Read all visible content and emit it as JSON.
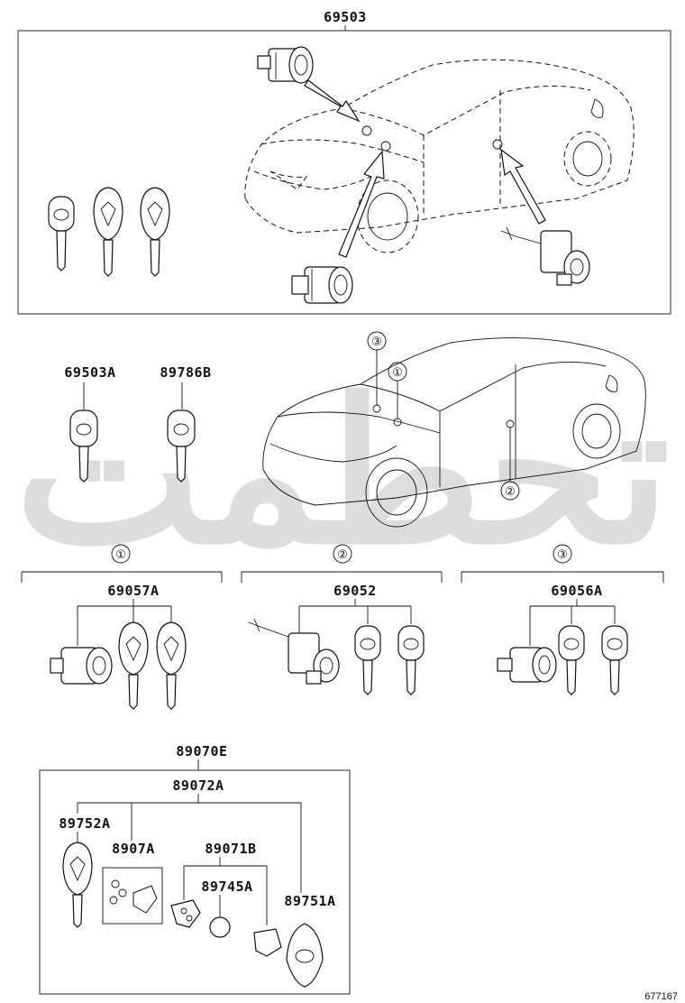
{
  "watermark": "تحطمت",
  "sections": {
    "top": {
      "part_number": "69503"
    },
    "keys_single": {
      "left_label": "69503A",
      "right_label": "89786B"
    },
    "locations": {
      "mark1": "①",
      "mark2": "②",
      "mark3": "③"
    },
    "set1": {
      "mark": "①",
      "part_number": "69057A"
    },
    "set2": {
      "mark": "②",
      "part_number": "69052"
    },
    "set3": {
      "mark": "③",
      "part_number": "69056A"
    },
    "remote": {
      "assembly": "89070E",
      "sub_assembly": "89072A",
      "key": "89752A",
      "circuit": "8907A",
      "case_set": "89071B",
      "battery": "89745A",
      "cover": "89751A"
    }
  },
  "reference_id": "677167"
}
